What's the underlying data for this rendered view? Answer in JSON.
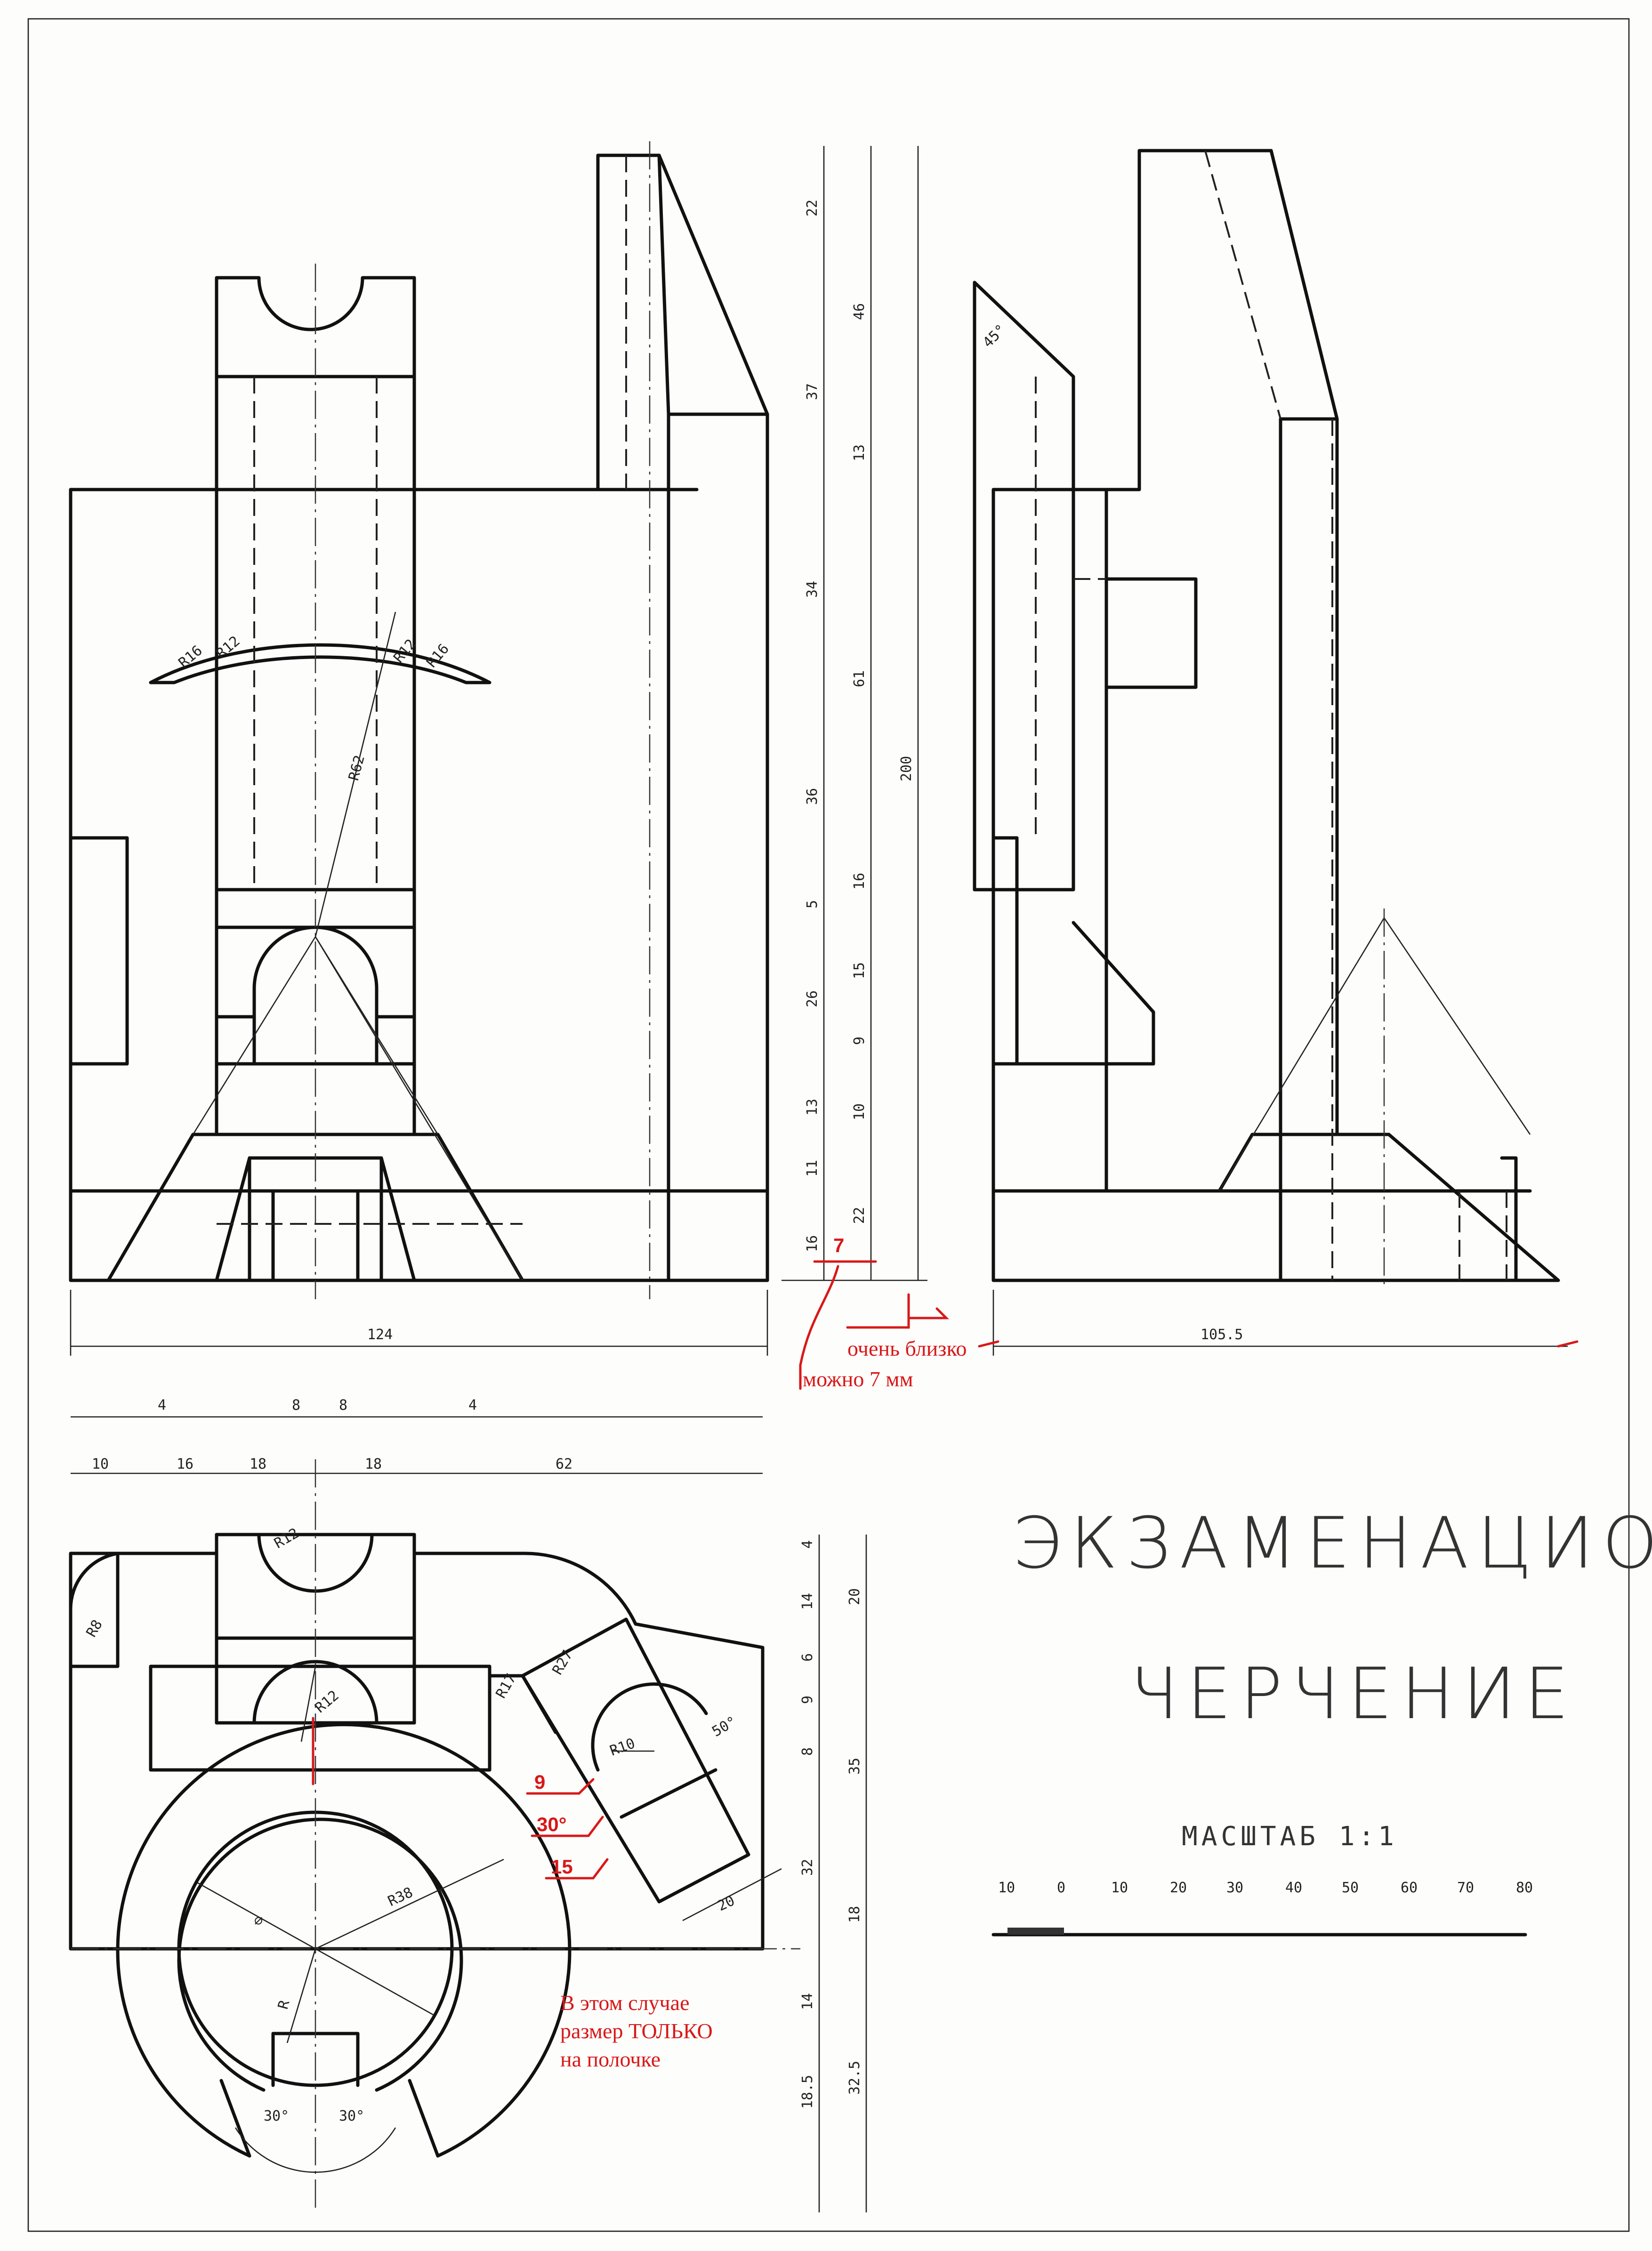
{
  "title": {
    "line1": "ЭКЗАМЕНАЦИОННОЕ",
    "line2": "ЧЕРЧЕНИЕ",
    "scale": "МАСШТАБ 1:1"
  },
  "scale_ruler": {
    "ticks": [
      "10",
      "0",
      "10",
      "20",
      "30",
      "40",
      "50",
      "60",
      "70",
      "80"
    ]
  },
  "front_view": {
    "width_dim": "124",
    "radii": [
      "R16",
      "R12",
      "R12",
      "R16",
      "R62"
    ]
  },
  "side_view": {
    "width_dim": "105.5",
    "angle": "45°"
  },
  "vertical_dims": {
    "overall": "200",
    "chain_a": [
      "22",
      "37",
      "34",
      "36",
      "5",
      "26",
      "13",
      "11",
      "16"
    ],
    "chain_b": [
      "46",
      "13",
      "61",
      "16",
      "15",
      "9",
      "10",
      "22"
    ]
  },
  "plan_view": {
    "top_dims": [
      "4",
      "8",
      "8",
      "4"
    ],
    "second_dims": [
      "10",
      "16",
      "18",
      "18",
      "62"
    ],
    "radii": [
      "R12",
      "R8",
      "R12",
      "R27",
      "R17",
      "R10",
      "R38"
    ],
    "angles": [
      "50°",
      "30°",
      "30°"
    ],
    "right_chain_a": [
      "4",
      "14",
      "6",
      "9",
      "8",
      "32",
      "14",
      "18.5"
    ],
    "right_chain_b": [
      "20",
      "35",
      "18",
      "32.5"
    ],
    "misc_dims": [
      "20"
    ],
    "diameter_mark": "⌀",
    "radius_mark": "R"
  },
  "annotations": {
    "dim_7": "7",
    "note_close": "очень близко",
    "note_can": "можно 7 мм",
    "dim_9": "9",
    "dim_30deg": "30°",
    "dim_15": "15",
    "note_shelf_1": "В этом случае",
    "note_shelf_2": "размер ТОЛЬКО",
    "note_shelf_3": "на полочке"
  },
  "colors": {
    "ink": "#111111",
    "correction": "#d81818",
    "paper": "#fdfdfc"
  }
}
